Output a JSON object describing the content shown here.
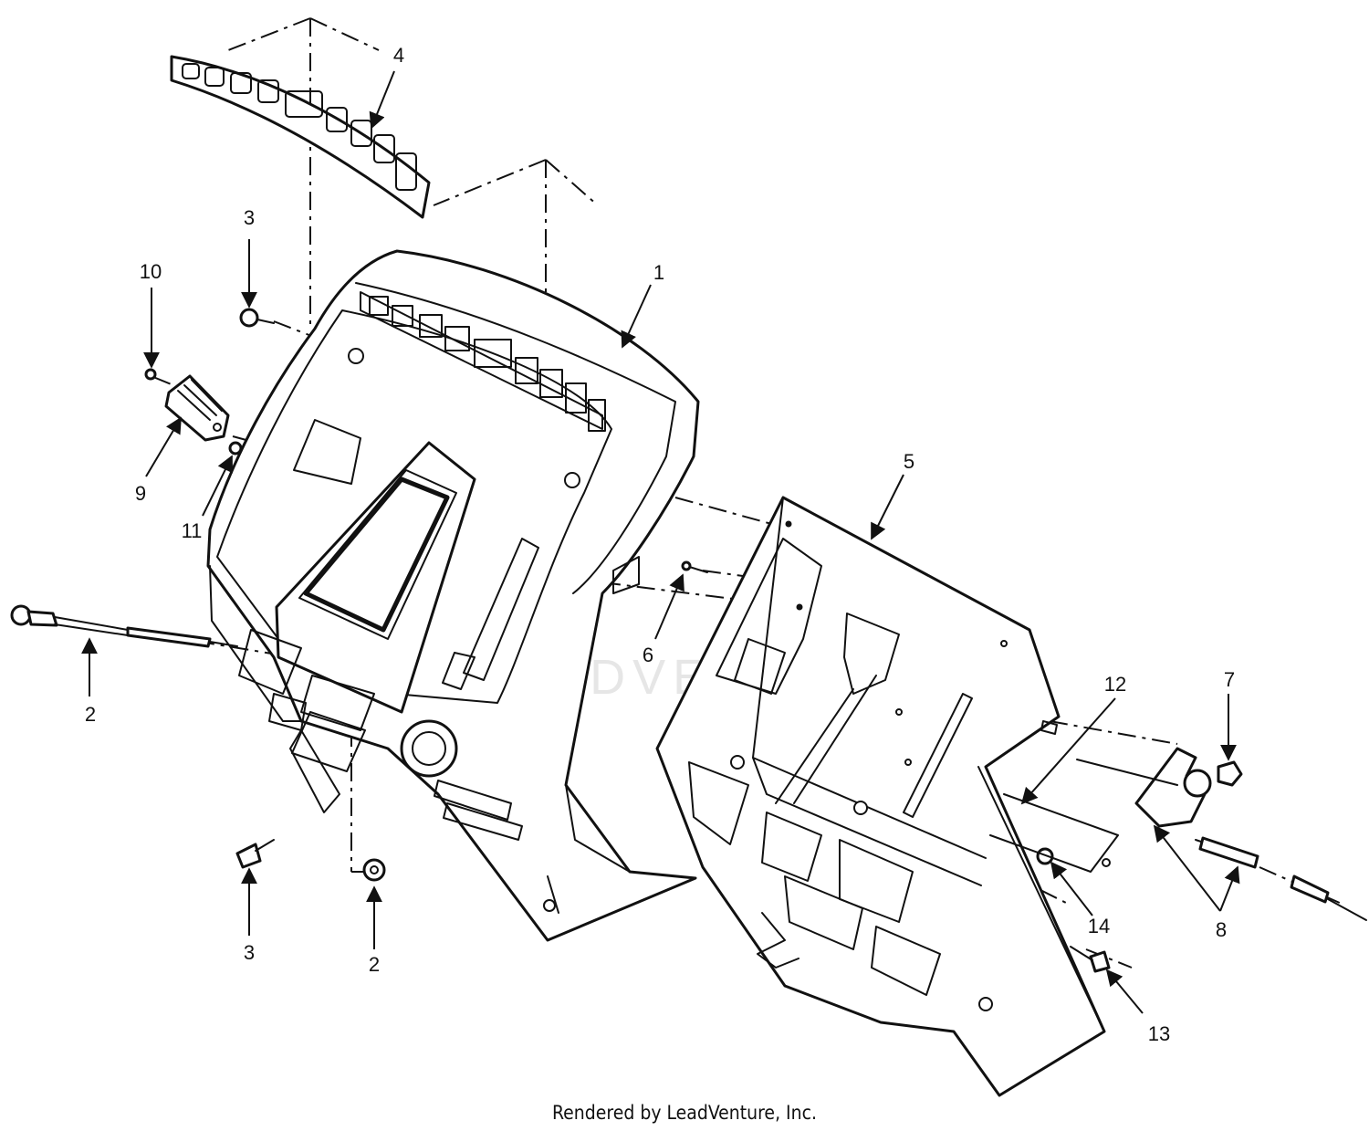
{
  "watermark": "LEADVENTURE",
  "callouts": {
    "c1": "1",
    "c2a": "2",
    "c2b": "2",
    "c3a": "3",
    "c3b": "3",
    "c4": "4",
    "c5": "5",
    "c6": "6",
    "c7": "7",
    "c8": "8",
    "c9": "9",
    "c10": "10",
    "c11": "11",
    "c12": "12",
    "c13": "13",
    "c14": "14"
  },
  "footer": {
    "credit": "Rendered by LeadVenture, Inc."
  }
}
